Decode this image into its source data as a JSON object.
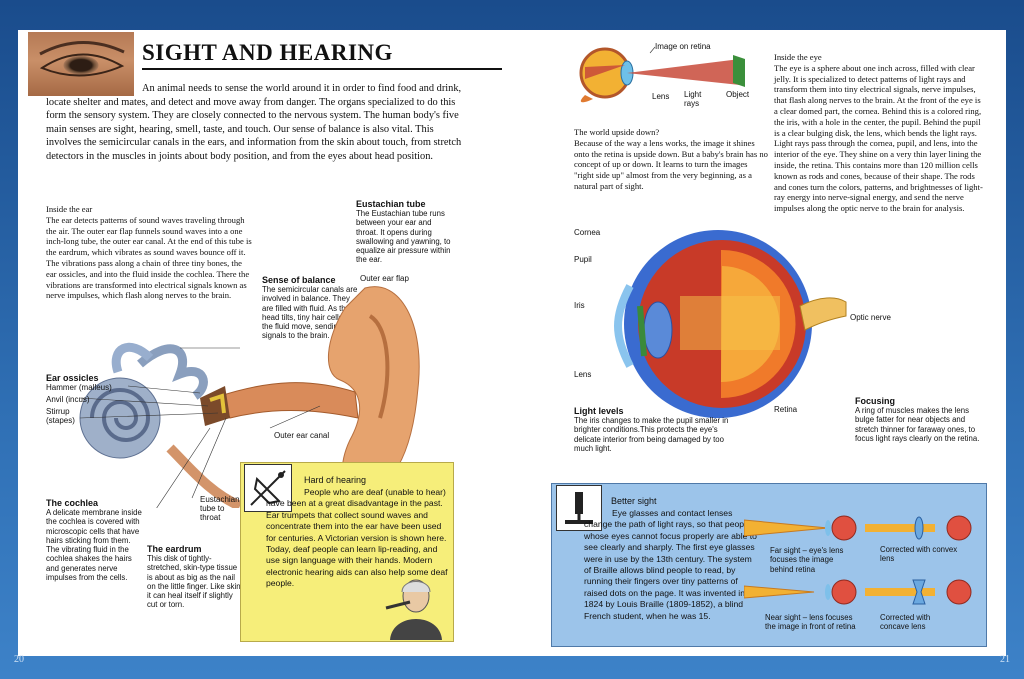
{
  "title": "SIGHT AND HEARING",
  "intro": "An animal needs to sense the world around it in order to find food and drink, locate shelter and mates, and detect and move away from danger. The organs specialized to do this form the sensory system. They are closely connected to the nervous system. The human body's five main senses are sight, hearing, smell, taste, and touch. Our sense of balance is also vital. This involves the semicircular canals in the ears, and information from the skin about touch, from stretch detectors in the muscles in joints about body position, and from the eyes about head position.",
  "inside_ear": {
    "title": "Inside the ear",
    "text": "The ear detects patterns of sound waves traveling through the air. The outer ear flap funnels sound waves into a one inch-long tube, the outer ear canal. At the end of this tube is the eardrum, which vibrates as sound waves bounce off it. The vibrations pass along a chain of three tiny bones, the ear ossicles, and into the fluid inside the cochlea. There the vibrations are transformed into electrical signals known as nerve impulses, which flash along nerves to the brain."
  },
  "eustachian": {
    "title": "Eustachian tube",
    "text": "The Eustachian tube runs between your ear and throat. It opens during swallowing and yawning, to equalize air pressure within the ear."
  },
  "balance": {
    "title": "Sense of balance",
    "text": "The semicircular canals are involved in balance. They are filled with fluid. As the head tilts, tiny hair cells in the fluid move, sending signals to the brain."
  },
  "ear_labels": {
    "outer_flap": "Outer ear flap",
    "ossicles_title": "Ear ossicles",
    "hammer": "Hammer (malleus)",
    "anvil": "Anvil (incus)",
    "stirrup": "Stirrup (stapes)",
    "outer_canal": "Outer ear canal",
    "eust_throat": "Eustachian tube to throat"
  },
  "cochlea": {
    "title": "The cochlea",
    "text": "A delicate membrane inside the cochlea is covered with microscopic cells that have hairs sticking from them. The vibrating fluid in the cochlea shakes the hairs and generates nerve impulses from the cells."
  },
  "eardrum": {
    "title": "The eardrum",
    "text": "This disk of tightly-stretched, skin-type tissue is about as big as the nail on the little finger. Like skin, it can heal itself if slightly cut or torn."
  },
  "hard_hearing": {
    "title": "Hard of hearing",
    "text": "People who are deaf (unable to hear) have been at a great disadvantage in the past. Ear trumpets that collect sound waves and concentrate them into the ear have been used for centuries. A Victorian version is shown here. Today, deaf people can learn lip-reading, and use sign language with their hands. Modern electronic hearing aids can also help some deaf people."
  },
  "retina_diagram": {
    "image_on_retina": "Image on retina",
    "lens": "Lens",
    "light_rays": "Light rays",
    "object": "Object"
  },
  "upside": {
    "title": "The world upside down?",
    "text": "Because of the way a lens works, the image it shines onto the retina is upside down. But a baby's brain has no concept of up or down. It learns to turn the images \"right side up\" almost from the very beginning, as a natural part of sight."
  },
  "inside_eye": {
    "title": "Inside the eye",
    "text": "The eye is a sphere about one inch across, filled with clear jelly. It is specialized to detect patterns of light rays and transform them into tiny electrical signals, nerve impulses, that flash along nerves to the brain. At the front of the eye is a clear domed part, the cornea. Behind this is a colored ring, the iris, with a hole in the center, the pupil. Behind the pupil is a clear bulging disk, the lens, which bends the light rays. Light rays pass through the cornea, pupil, and lens, into the interior of the eye. They shine on a very thin layer lining the inside, the retina. This contains more than 120 million cells known as rods and cones, because of their shape. The rods and cones turn the colors, patterns, and brightnesses of light-ray energy into nerve-signal energy, and send the nerve impulses along the optic nerve to the brain for analysis."
  },
  "eye_labels": {
    "cornea": "Cornea",
    "pupil": "Pupil",
    "iris": "Iris",
    "lens": "Lens",
    "optic": "Optic nerve",
    "retina": "Retina"
  },
  "light_levels": {
    "title": "Light levels",
    "text": "The iris changes to make the pupil smaller in brighter conditions.This protects the eye's delicate interior from being damaged by too much light."
  },
  "focusing": {
    "title": "Focusing",
    "text": "A ring of muscles makes the lens bulge fatter for near objects and stretch thinner for faraway ones, to focus light rays clearly on the retina."
  },
  "better_sight": {
    "title": "Better sight",
    "text": "Eye glasses and contact lenses change the path of light rays, so that people whose eyes cannot focus properly are able to see clearly and sharply. The first eye glasses were in use by the 13th century. The system of Braille allows blind people to read, by running their fingers over tiny patterns of raised dots on the page. It was invented in 1824 by Louis Braille (1809-1852), a blind French student, when he was 15."
  },
  "sight_labels": {
    "far": "Far sight – eye's lens focuses the image behind retina",
    "convex": "Corrected with convex lens",
    "near": "Near sight – lens focuses the image in front of retina",
    "concave": "Corrected with concave lens"
  },
  "page_left": "20",
  "page_right": "21",
  "colors": {
    "bg": "#2a64a8",
    "yellow": "#f6ee7a",
    "blue_box": "#9cc4ea"
  }
}
